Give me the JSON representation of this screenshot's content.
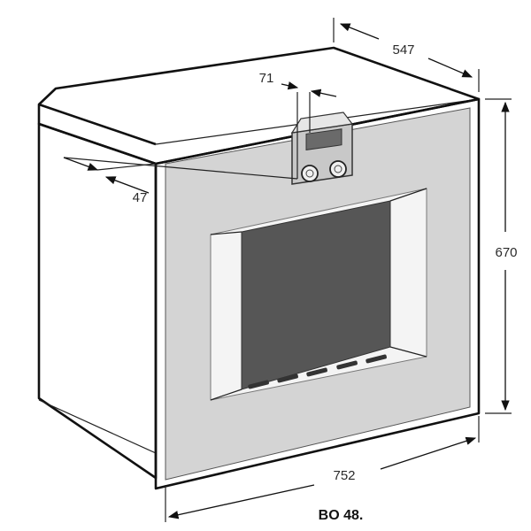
{
  "dimensions": {
    "depth": "547",
    "panel_offset": "71",
    "door_offset": "47",
    "height": "670",
    "width": "752"
  },
  "model_label": "BO 48.",
  "colors": {
    "outline": "#111111",
    "door_panel": "#d4d4d4",
    "window": "#565656",
    "body": "#ffffff"
  }
}
